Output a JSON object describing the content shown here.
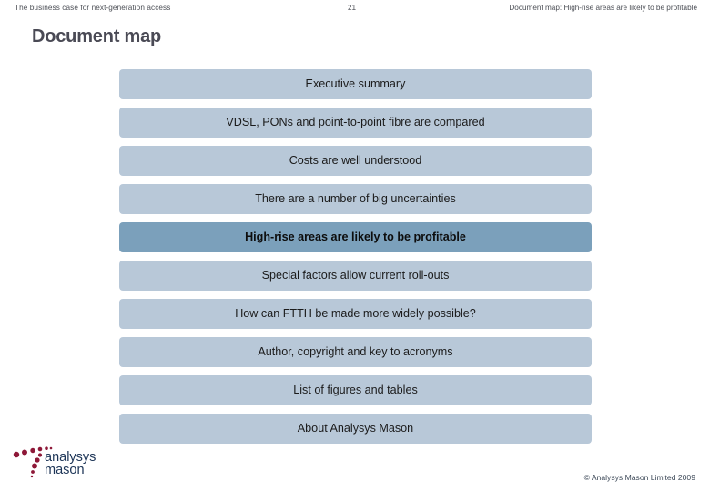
{
  "header": {
    "left_text": "The business case for next-generation access",
    "page_number": "21",
    "right_text": "Document map: High-rise areas are likely to be profitable"
  },
  "title": "Document map",
  "colors": {
    "bar_default": "#b8c8d8",
    "bar_highlight": "#7ba0bb",
    "text": "#1b1b1b",
    "title": "#4a4a55",
    "header_text": "#4c4f56",
    "logo_dots": "#8e1838",
    "logo_word": "#1d3557"
  },
  "map_items": [
    {
      "label": "Executive summary",
      "highlighted": false
    },
    {
      "label": "VDSL, PONs and point-to-point fibre are compared",
      "highlighted": false
    },
    {
      "label": "Costs are well understood",
      "highlighted": false
    },
    {
      "label": "There are a number of big uncertainties",
      "highlighted": false
    },
    {
      "label": "High-rise areas are likely to be profitable",
      "highlighted": true
    },
    {
      "label": "Special factors allow current roll-outs",
      "highlighted": false
    },
    {
      "label": "How can FTTH be made more widely possible?",
      "highlighted": false
    },
    {
      "label": "Author, copyright and key to acronyms",
      "highlighted": false
    },
    {
      "label": "List of figures and tables",
      "highlighted": false
    },
    {
      "label": "About Analysys Mason",
      "highlighted": false
    }
  ],
  "logo": {
    "line1": "analysys",
    "line2": "mason"
  },
  "footer": {
    "copyright": "© Analysys Mason Limited 2009"
  }
}
